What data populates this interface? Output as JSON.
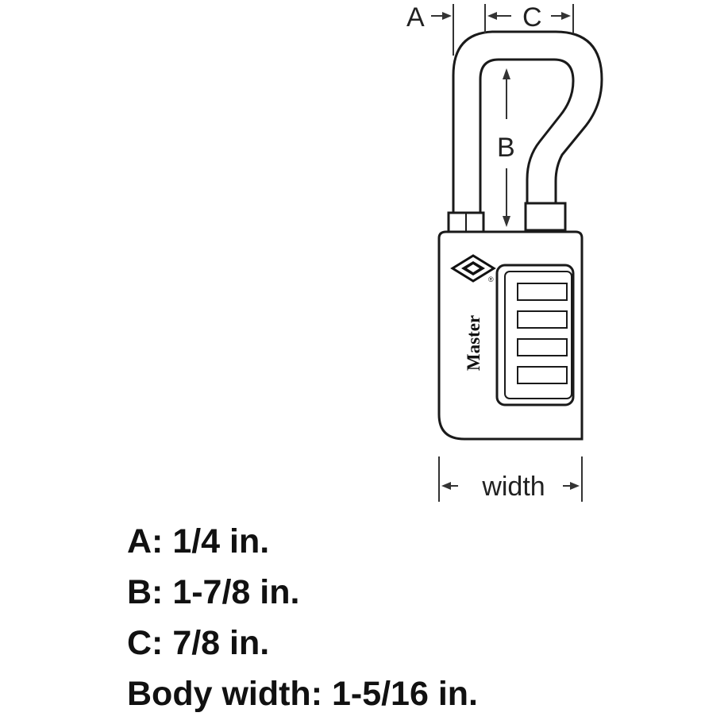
{
  "diagram": {
    "labels": {
      "a": "A",
      "b": "B",
      "c": "C",
      "width": "width"
    },
    "brand": "Master",
    "registered_mark": "®",
    "dial_count": 4,
    "line_color": "#1a1a1a",
    "dimension_color": "#333333"
  },
  "specs": [
    {
      "text": "A: 1/4 in."
    },
    {
      "text": "B: 1-7/8 in."
    },
    {
      "text": "C: 7/8 in."
    },
    {
      "text": "Body width: 1-5/16 in."
    }
  ]
}
